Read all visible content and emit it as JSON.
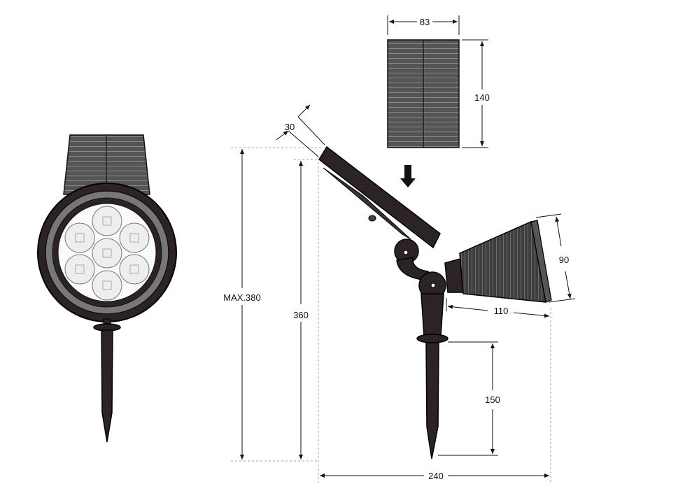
{
  "dimensions": {
    "panel_width": "83",
    "panel_height": "140",
    "panel_thickness": "30",
    "max_height": "MAX.380",
    "height": "360",
    "head_diameter": "90",
    "head_length": "110",
    "stake_length": "150",
    "total_width": "240"
  },
  "colors": {
    "line": "#111111",
    "panel": "#4a4a4a",
    "body": "#2a2a2a",
    "led": "#f2f2f2"
  },
  "icons": {
    "arrow": "down-arrow-icon"
  }
}
